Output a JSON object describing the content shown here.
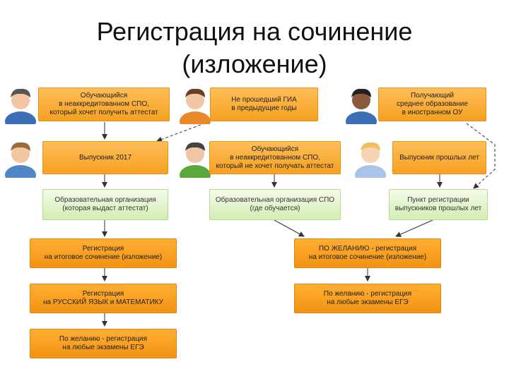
{
  "title": {
    "line1": "Регистрация на сочинение",
    "line2": "(изложение)"
  },
  "nodes": {
    "student_spo_top": "Обучающийся\nв неаккредитованном СПО,\nкоторый хочет получить аттестат",
    "not_passed_gia": "Не прошедший ГИА\nв предыдущие годы",
    "foreign_education": "Получающий\nсреднее образование\nв иностранном ОУ",
    "graduate_2017": "Выпускник 2017",
    "student_spo_no_cert": "Обучающийся\nв неаккредитованном СПО,\nкоторый не хочет получать аттестат",
    "past_graduate": "Выпускник прошлых лет",
    "edu_org": "Образовательная организация\n(которая выдаст аттестат)",
    "edu_org_spo": "Образовательная организация СПО\n(где обучается)",
    "reg_point": "Пункт регистрации\nвыпускников прошлых лет",
    "reg_essay": "Регистрация\nна итоговое сочинение (изложение)",
    "reg_russian_math": "Регистрация\nна РУССКИЙ ЯЗЫК и МАТЕМАТИКУ",
    "optional_ege_left": "По желанию - регистрация\nна любые экзамены ЕГЭ",
    "optional_essay_right": "ПО ЖЕЛАНИЮ - регистрация\nна итоговое сочинение (изложение)",
    "optional_ege_right": "По желанию - регистрация\nна любые экзамены ЕГЭ"
  },
  "colors": {
    "orange": "#f5a01f",
    "green": "#d3edb3",
    "arrow": "#333333"
  },
  "icons": [
    "person-icon",
    "person-icon",
    "person-icon",
    "person-icon",
    "person-icon",
    "person-icon"
  ]
}
